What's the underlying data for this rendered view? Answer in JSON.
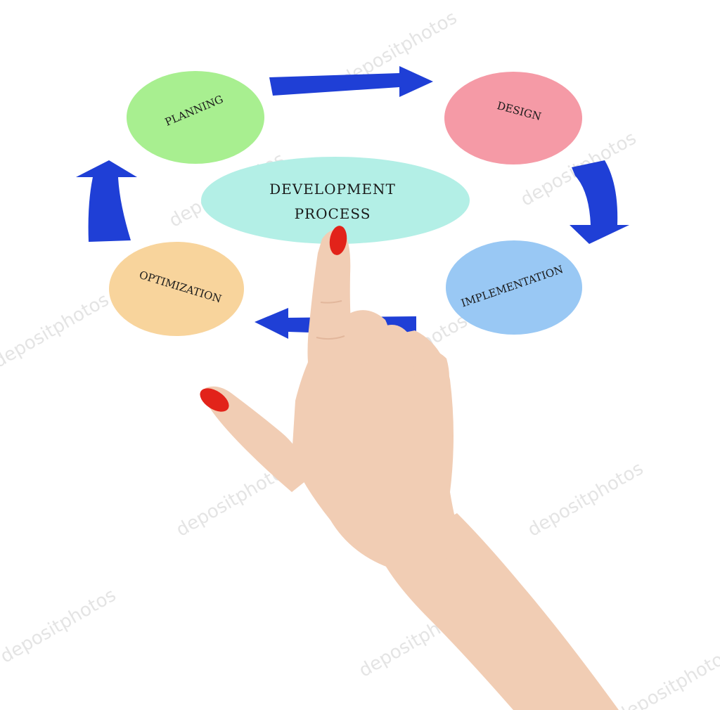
{
  "diagram": {
    "center": {
      "line1": "DEVELOPMENT",
      "line2": "PROCESS",
      "color": "#b3efe6"
    },
    "stages": [
      {
        "id": "planning",
        "label": "PLANNING",
        "color": "#a8ef90"
      },
      {
        "id": "design",
        "label": "DESIGN",
        "color": "#f59aa6"
      },
      {
        "id": "implementation",
        "label": "IMPLEMENTATION",
        "color": "#99c8f4"
      },
      {
        "id": "optimization",
        "label": "OPTIMIZATION",
        "color": "#f8d49c"
      }
    ],
    "arrow_color": "#1f3fd6",
    "flow": [
      "planning",
      "design",
      "implementation",
      "optimization",
      "planning"
    ]
  },
  "photo": {
    "skin_color": "#f1cdb4",
    "nail_color": "#e2231a"
  },
  "watermark": {
    "text": "depositphotos"
  }
}
